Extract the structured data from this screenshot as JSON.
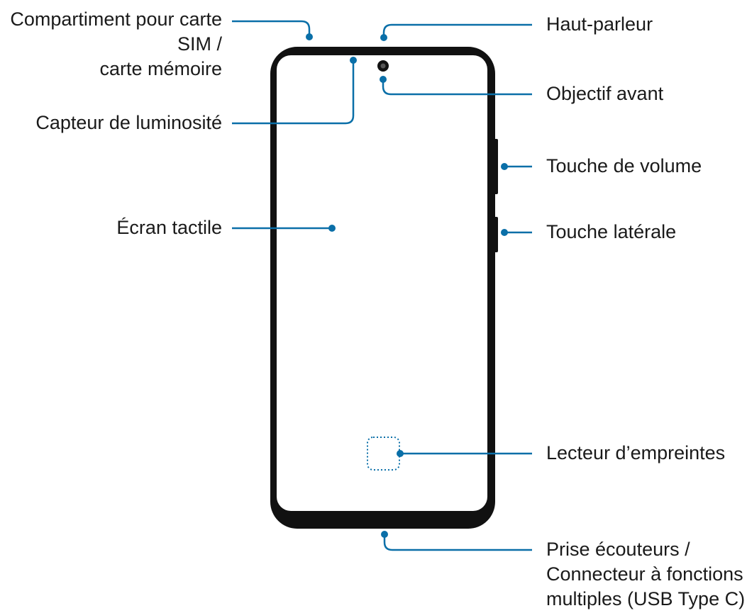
{
  "accent_color": "#0a6fa8",
  "labels": {
    "sim_tray": [
      "Compartiment pour carte",
      "SIM /",
      "carte mémoire"
    ],
    "light_sensor": "Capteur de luminosité",
    "touchscreen": "Écran tactile",
    "speaker": "Haut-parleur",
    "front_camera": "Objectif avant",
    "volume_key": "Touche de volume",
    "side_key": "Touche latérale",
    "fingerprint": "Lecteur d’empreintes",
    "earphone_jack": [
      "Prise écouteurs /",
      "Connecteur à fonctions",
      "multiples (USB Type C)"
    ]
  }
}
